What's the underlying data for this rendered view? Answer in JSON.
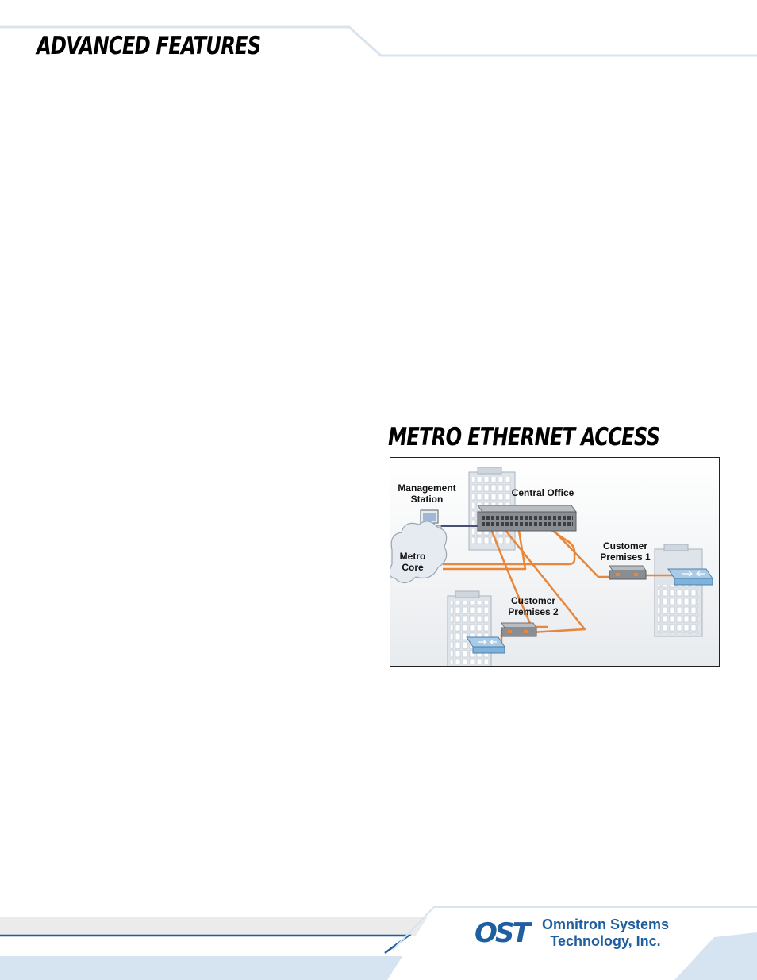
{
  "header": {
    "title": "ADVANCED FEATURES"
  },
  "section": {
    "title": "METRO ETHERNET ACCESS"
  },
  "diagram": {
    "labels": {
      "management_station_line1": "Management",
      "management_station_line2": "Station",
      "central_office": "Central Office",
      "metro_core_line1": "Metro",
      "metro_core_line2": "Core",
      "customer_premises_1_line1": "Customer",
      "customer_premises_1_line2": "Premises 1",
      "customer_premises_2_line1": "Customer",
      "customer_premises_2_line2": "Premises 2"
    },
    "colors": {
      "fiber": "#e8863a",
      "building": "#dfe4ea",
      "switch": "#8a8e93",
      "router": "#7fb3dc",
      "frame_bg": "#f2f3f5"
    }
  },
  "footer": {
    "logo_text": "OST",
    "company_line1": "Omnitron Systems",
    "company_line2": "Technology, Inc.",
    "brand_color": "#1f5f9f"
  }
}
